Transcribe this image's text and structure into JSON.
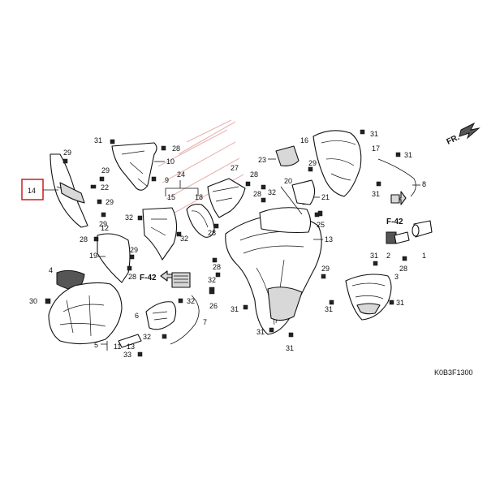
{
  "diagram_code": "K0B3F1300",
  "direction_label": "FR.",
  "frame_ref": "F-42",
  "highlighted_part": "14",
  "callouts": {
    "c1": "1",
    "c2": "2",
    "c3": "3",
    "c4": "4",
    "c5": "5",
    "c6": "6",
    "c7": "7",
    "c8": "8",
    "c9": "9",
    "c10": "10",
    "c11": "11",
    "c12": "12",
    "c13": "13",
    "c14": "14",
    "c15": "15",
    "c16": "16",
    "c17": "17",
    "c18": "18",
    "c19": "19",
    "c20": "20",
    "c21": "21",
    "c22": "22",
    "c23": "23",
    "c24": "24",
    "c25": "25",
    "c26": "26",
    "c27": "27",
    "c28": "28",
    "c29": "29",
    "c30": "30",
    "c31": "31",
    "c32": "32",
    "c33": "33"
  }
}
